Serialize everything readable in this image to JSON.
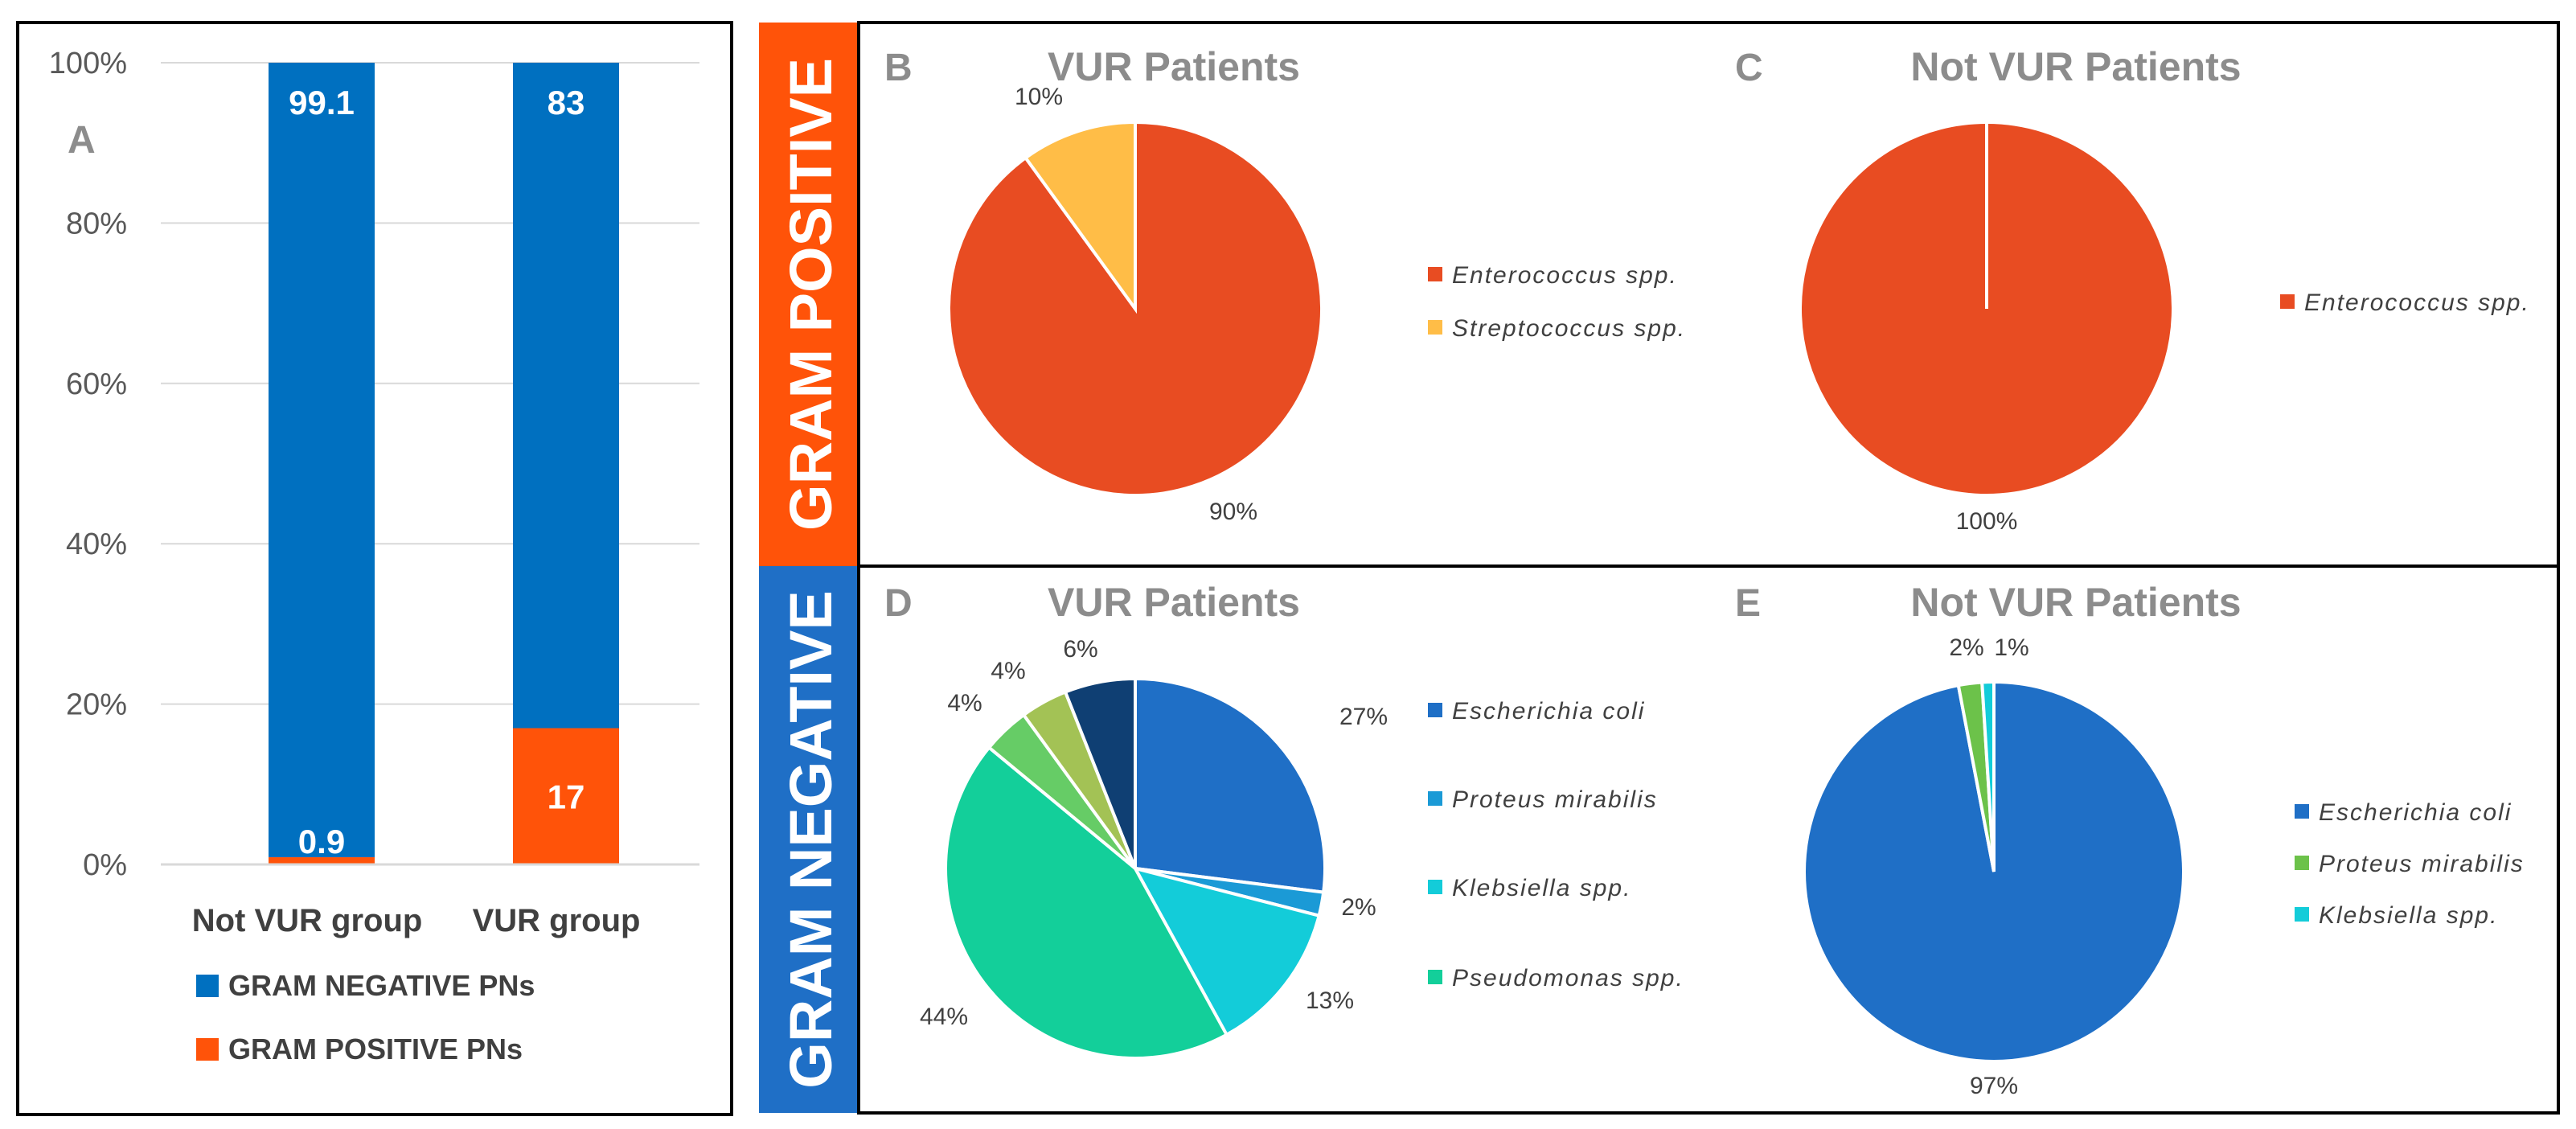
{
  "chart_data": [
    {
      "panel": "A",
      "type": "bar",
      "stacked": true,
      "categories": [
        "Not VUR group",
        "VUR group"
      ],
      "series": [
        {
          "name": "GRAM NEGATIVE PNs",
          "color": "#0070c0",
          "values": [
            99.1,
            83
          ],
          "labels": [
            "99.1",
            "83"
          ]
        },
        {
          "name": "GRAM POSITIVE PNs",
          "color": "#ff5309",
          "values": [
            0.9,
            17
          ],
          "labels": [
            "0.9",
            "17"
          ]
        }
      ],
      "yticks": [
        "0%",
        "20%",
        "40%",
        "60%",
        "80%",
        "100%"
      ],
      "ylim": [
        0,
        100
      ],
      "grid": true,
      "legend": "bottom"
    },
    {
      "panel": "B",
      "type": "pie",
      "title": "VUR Patients",
      "group": "GRAM POSITIVE",
      "slices": [
        {
          "name": "Enterococcus spp.",
          "value": 90,
          "label": "90%",
          "color": "#e84c22"
        },
        {
          "name": "Streptococcus spp.",
          "value": 10,
          "label": "10%",
          "color": "#ffbd47"
        }
      ],
      "legend": "right"
    },
    {
      "panel": "C",
      "type": "pie",
      "title": "Not VUR Patients",
      "group": "GRAM POSITIVE",
      "slices": [
        {
          "name": "Enterococcus spp.",
          "value": 100,
          "label": "100%",
          "color": "#e84c22"
        }
      ],
      "legend": "right"
    },
    {
      "panel": "D",
      "type": "pie",
      "title": "VUR Patients",
      "group": "GRAM NEGATIVE",
      "slices": [
        {
          "name": "Escherichia coli",
          "value": 27,
          "label": "27%",
          "color": "#1f6fc6"
        },
        {
          "name": "Proteus mirabilis",
          "value": 2,
          "label": "2%",
          "color": "#1b9ad6"
        },
        {
          "name": "Klebsiella spp.",
          "value": 13,
          "label": "13%",
          "color": "#13ccd9"
        },
        {
          "name": "Pseudomonas spp.",
          "value": 44,
          "label": "44%",
          "color": "#13cf9a"
        },
        {
          "name": "",
          "value": 4,
          "label": "4%",
          "color": "#66cc66"
        },
        {
          "name": "",
          "value": 4,
          "label": "4%",
          "color": "#a3c255"
        },
        {
          "name": "",
          "value": 6,
          "label": "6%",
          "color": "#0f3f73"
        }
      ],
      "legend": "right"
    },
    {
      "panel": "E",
      "type": "pie",
      "title": "Not VUR Patients",
      "group": "GRAM NEGATIVE",
      "slices": [
        {
          "name": "Escherichia coli",
          "value": 97,
          "label": "97%",
          "color": "#1f6fc6"
        },
        {
          "name": "Proteus mirabilis",
          "value": 2,
          "label": "2%",
          "color": "#6cc24a"
        },
        {
          "name": "Klebsiella spp.",
          "value": 1,
          "label": "1%",
          "color": "#13ccd9"
        }
      ],
      "legend": "right"
    }
  ],
  "side_labels": {
    "gram_positive": {
      "text": "GRAM POSITIVE",
      "color": "#ff5309"
    },
    "gram_negative": {
      "text": "GRAM NEGATIVE",
      "color": "#1f6fc6"
    }
  }
}
